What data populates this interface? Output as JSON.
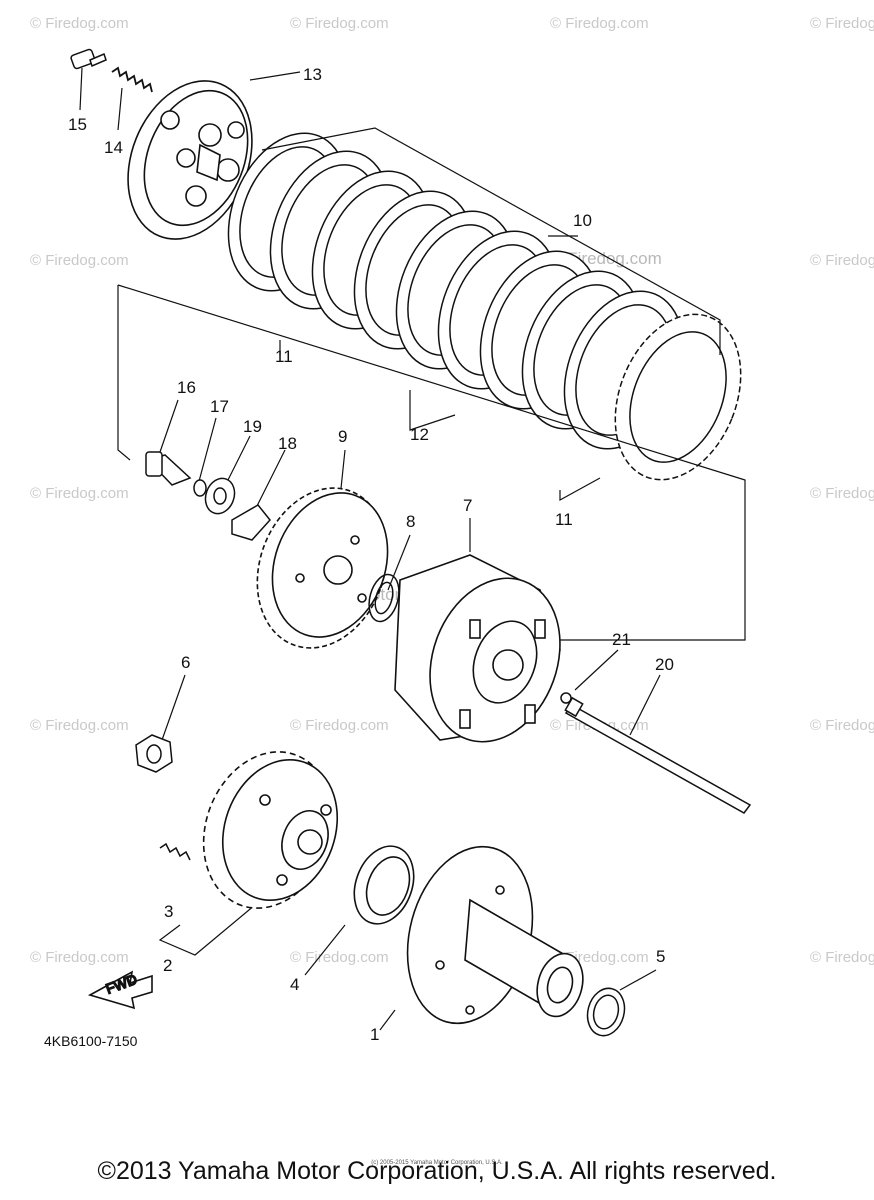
{
  "diagram": {
    "part_number": "4KB6100-7150",
    "fwd_label": "FWD",
    "copyright": "©2013 Yamaha Motor Corporation, U.S.A. All rights reserved.",
    "small_credit": "(c) 2005-2015 Yamaha Motor Corporation, U.S.A.",
    "center_watermark": "Yamaha Motor Corp., U.S.A.",
    "watermark_text": "© Firedog.com",
    "callouts": {
      "c1": "1",
      "c2": "2",
      "c3": "3",
      "c4": "4",
      "c5": "5",
      "c6": "6",
      "c7": "7",
      "c8": "8",
      "c9": "9",
      "c10": "10",
      "c11a": "11",
      "c11b": "11",
      "c12": "12",
      "c13": "13",
      "c14": "14",
      "c15": "15",
      "c16": "16",
      "c17": "17",
      "c18": "18",
      "c19": "19",
      "c20": "20",
      "c21": "21"
    }
  }
}
